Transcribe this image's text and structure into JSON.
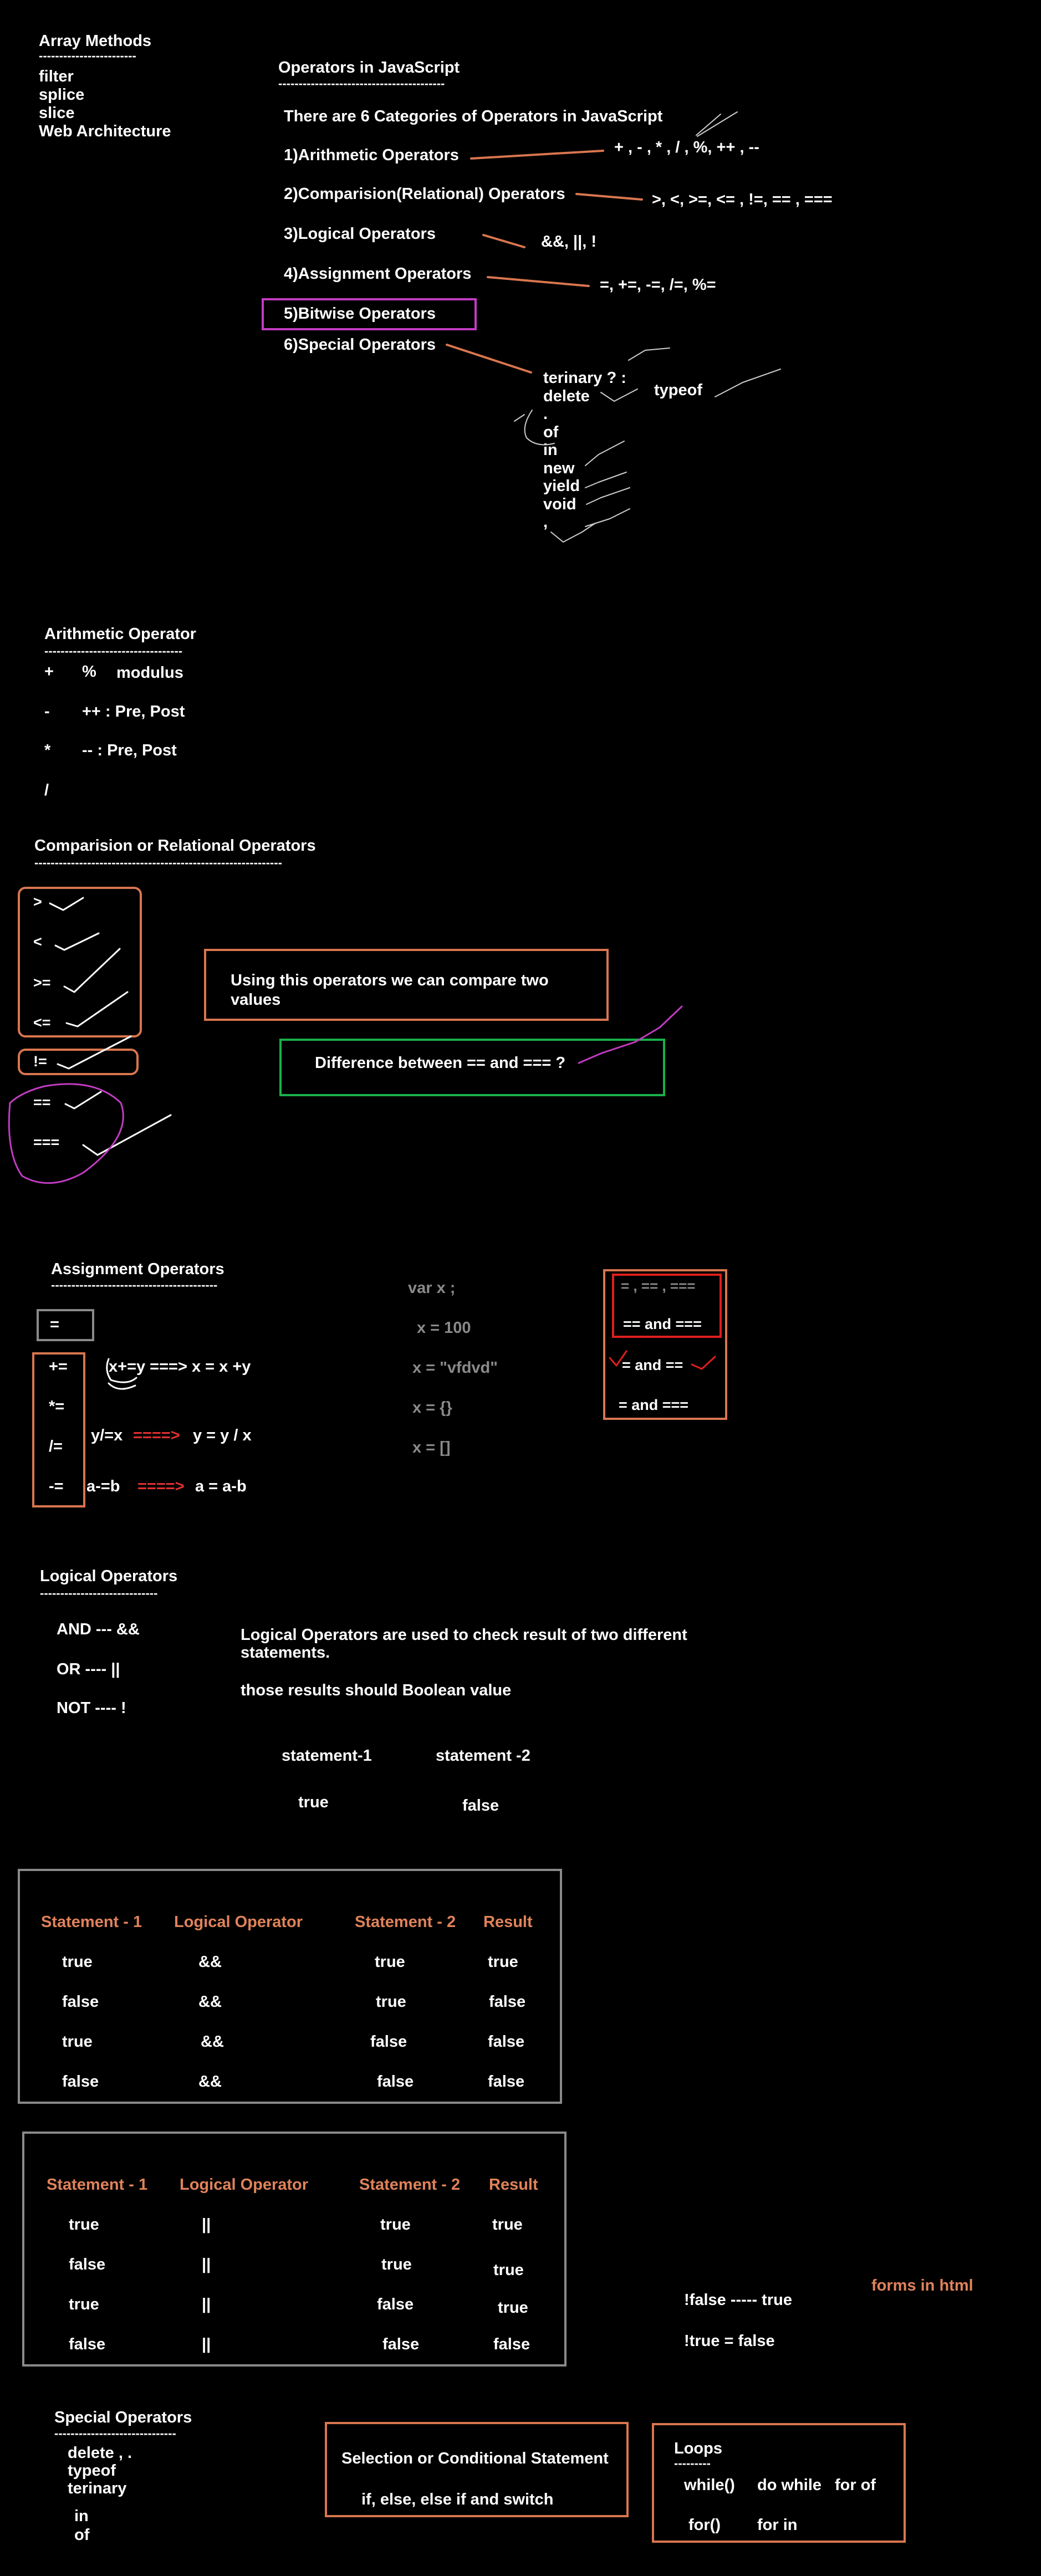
{
  "array_methods": {
    "title": "Array Methods",
    "rule": "------------------------",
    "items": [
      "filter",
      "splice",
      "slice",
      "Web Architecture"
    ]
  },
  "operators": {
    "title": "Operators in JavaScript",
    "rule": "-----------------------------------------",
    "intro": "There are 6 Categories of Operators in JavaScript",
    "cat1": "1)Arithmetic Operators",
    "cat1_ops": "+ , - , * , / , %, ++ , --",
    "cat2": "2)Comparision(Relational) Operators",
    "cat2_ops": ">, <, >=, <= , !=, == , ===",
    "cat3": "3)Logical Operators",
    "cat3_ops": "&&, ||, !",
    "cat4": "4)Assignment Operators",
    "cat4_ops": "=, +=, -=, /=, %=",
    "cat5": "5)Bitwise Operators",
    "cat6": "6)Special Operators",
    "special_list": [
      "terinary ? :",
      "delete",
      ".",
      "of",
      "in",
      "new",
      "yield",
      "void",
      ","
    ],
    "typeof": "typeof"
  },
  "arithmetic": {
    "title": "Arithmetic Operator",
    "rule": "----------------------------------",
    "rows": [
      {
        "op": "+",
        "a": "%",
        "b": "modulus"
      },
      {
        "op": "-",
        "a": "++ : Pre, Post"
      },
      {
        "op": "*",
        "a": "-- : Pre, Post"
      },
      {
        "op": "/"
      }
    ]
  },
  "comparison": {
    "title": "Comparision or Relational Operators",
    "rule": "-------------------------------------------------------------",
    "ops": [
      ">",
      "<",
      ">=",
      "<=",
      "!=",
      "==",
      "==="
    ],
    "note": "Using this operators we can compare two values",
    "question": "Difference between == and === ?"
  },
  "assignment": {
    "title": "Assignment Operators",
    "rule": "-----------------------------------------",
    "eq": "=",
    "ops": [
      "+=",
      "*=",
      "/=",
      "-="
    ],
    "ex1": "x+=y  ===>  x = x +y",
    "ex2_left": "y/=x",
    "ex2_arrow": "====>",
    "ex2_right": "y = y / x",
    "ex3_left": "a-=b",
    "ex3_arrow": "====>",
    "ex3_right": "a = a-b",
    "var_decl": "var x ;",
    "vals": [
      "x = 100",
      "x = \"vfdvd\"",
      "x = {}",
      "x = []"
    ],
    "cmp_box": [
      "= , == , ===",
      "== and  ===",
      "= and ==",
      "= and  ==="
    ]
  },
  "logical": {
    "title": "Logical Operators",
    "rule": "-----------------------------",
    "ops": [
      "AND  --- &&",
      "OR   ---- ||",
      "NOT ---- !"
    ],
    "desc1": "Logical Operators are used to check result of two different statements.",
    "desc2": "those results should Boolean value",
    "s1": "statement-1",
    "s2": "statement -2",
    "v1": "true",
    "v2": "false",
    "headers": [
      "Statement - 1",
      "Logical Operator",
      "Statement - 2",
      "Result"
    ],
    "and_rows": [
      [
        "true",
        "&&",
        "true",
        "true"
      ],
      [
        "false",
        "&&",
        "true",
        "false"
      ],
      [
        "true",
        "&&",
        "false",
        "false"
      ],
      [
        "false",
        "&&",
        "false",
        "false"
      ]
    ],
    "or_rows": [
      [
        "true",
        "||",
        "true",
        "true"
      ],
      [
        "false",
        "||",
        "true",
        "true"
      ],
      [
        "true",
        "||",
        "false",
        "true"
      ],
      [
        "false",
        "||",
        "false",
        "false"
      ]
    ],
    "not1": "!false ----- true",
    "not2": "!true = false",
    "forms": "forms in html"
  },
  "special": {
    "title": "Special Operators",
    "rule": "------------------------------",
    "items": [
      "delete , .",
      "typeof",
      "terinary",
      "in",
      "of"
    ]
  },
  "selection": {
    "title": "Selection or Conditional Statement",
    "sub": "if, else, else if and switch"
  },
  "loops": {
    "title": "Loops",
    "rule": "---------",
    "row1": [
      "while()",
      "do while",
      "for of"
    ],
    "row2": [
      "for()",
      "for in"
    ]
  }
}
